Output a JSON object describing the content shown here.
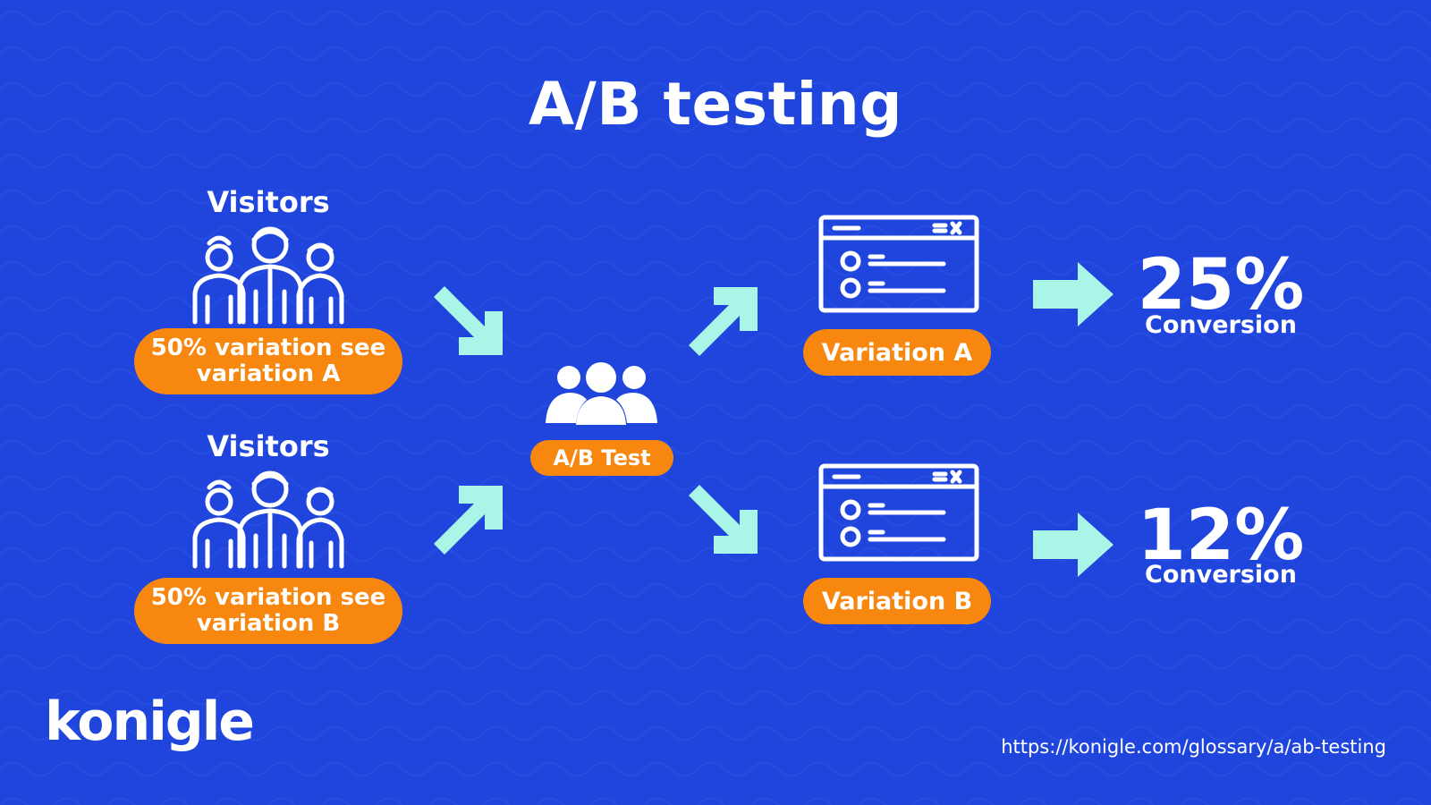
{
  "title": "A/B testing",
  "groups": [
    {
      "label": "Visitors",
      "pill": "50% variation see variation A"
    },
    {
      "label": "Visitors",
      "pill": "50% variation see variation B"
    }
  ],
  "hub": {
    "label": "A/B Test"
  },
  "variations": [
    {
      "label": "Variation A",
      "percent": "25%",
      "caption": "Conversion"
    },
    {
      "label": "Variation B",
      "percent": "12%",
      "caption": "Conversion"
    }
  ],
  "footer": {
    "logo": "konigle",
    "url": "https://konigle.com/glossary/a/ab-testing"
  },
  "colors": {
    "background": "#1f45dc",
    "pill": "#f7870f",
    "arrow": "#a9f5e8",
    "text": "#ffffff"
  },
  "icons": [
    "people-outline-icon",
    "group-solid-icon",
    "browser-window-icon",
    "diagonal-arrow-icon",
    "right-arrow-icon"
  ]
}
